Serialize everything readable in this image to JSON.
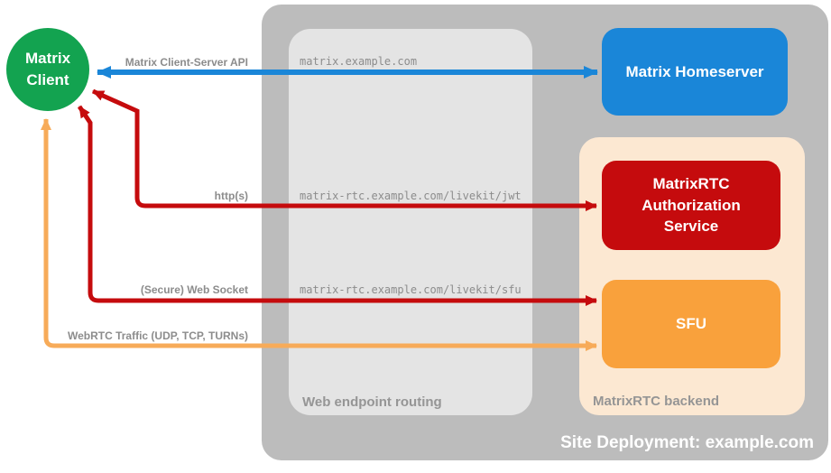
{
  "title": "MatrixRTC site deployment diagram",
  "colors": {
    "green": "#13a350",
    "blue": "#1a86d8",
    "red": "#c50b0d",
    "orange_box": "#f9a13c",
    "orange_arrow": "#f7ab59",
    "peach": "#fce8d2",
    "outer_gray": "#bcbcbc",
    "inner_gray": "#e4e4e4",
    "label_gray": "#8c8c8c",
    "zone_label_gray": "#959595",
    "white": "#ffffff"
  },
  "nodes": {
    "client": {
      "label": "Matrix\nClient"
    },
    "homeserver": {
      "label": "Matrix Homeserver"
    },
    "auth_service": {
      "label": "MatrixRTC\nAuthorization\nService"
    },
    "sfu": {
      "label": "SFU"
    }
  },
  "containers": {
    "site": {
      "label": "Site Deployment: example.com"
    },
    "routing": {
      "label": "Web endpoint routing"
    },
    "backend": {
      "label": "MatrixRTC backend"
    }
  },
  "routes": {
    "homeserver": {
      "url": "matrix.example.com"
    },
    "jwt": {
      "url": "matrix-rtc.example.com/livekit/jwt"
    },
    "sfu": {
      "url": "matrix-rtc.example.com/livekit/sfu"
    }
  },
  "connections": {
    "client_server_api": {
      "label": "Matrix Client-Server API"
    },
    "https": {
      "label": "http(s)"
    },
    "websocket": {
      "label": "(Secure) Web Socket"
    },
    "webrtc": {
      "label": "WebRTC Traffic (UDP, TCP, TURNs)"
    }
  }
}
